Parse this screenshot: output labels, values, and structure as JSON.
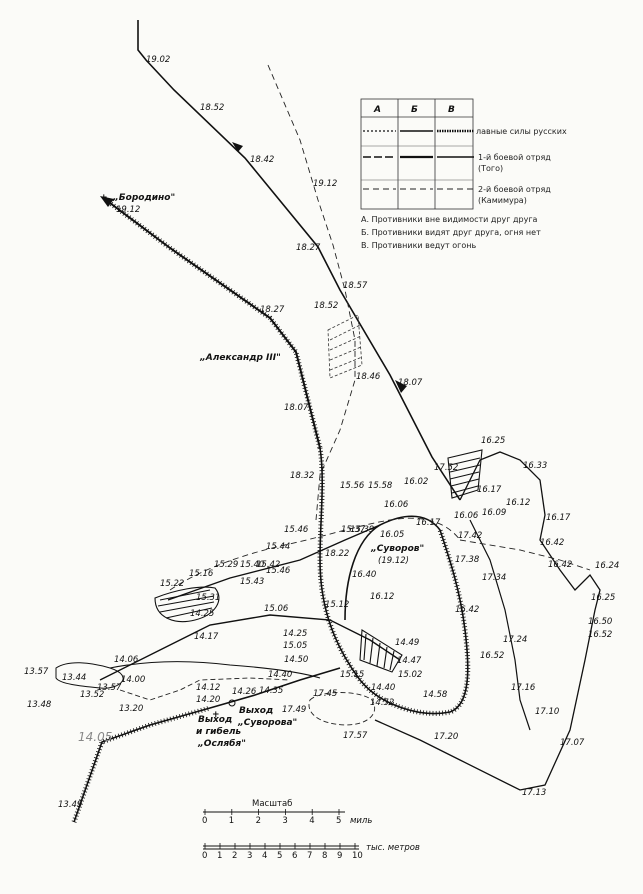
{
  "legend": {
    "columns": [
      "А",
      "Б",
      "В"
    ],
    "rows": [
      "лавные силы русских",
      "1-й боевой отряд",
      "(Того)",
      "2-й боевой отряд",
      "(Камимура)"
    ],
    "notes": [
      "А. Противники вне видимости друг друга",
      "Б. Противники видят друг друга, огня нет",
      "В. Противники ведут огонь"
    ]
  },
  "ships": {
    "borodino": "„Бородино\"",
    "borodino_time": "19.12",
    "alexander": "„Александр III\"",
    "suvorov": "„Суворов\"",
    "suvorov_time": "(19.12)",
    "suvorov_exit": "Выход",
    "suvorov_exit2": "„Суворова\"",
    "oslyabya1": "Выход",
    "oslyabya2": "и гибель",
    "oslyabya3": "„Ослябя\""
  },
  "times": {
    "t1902": "19.02",
    "t1852": "18.52",
    "t1842": "18.42",
    "t1912a": "19.12",
    "t1827a": "18.27",
    "t1857": "18.57",
    "t1852b": "18.52",
    "t1827b": "18.27",
    "t1846": "18.46",
    "t1807a": "18.07",
    "t1807b": "18.07",
    "t1832": "18.32",
    "t1625": "16.25",
    "t1633": "16.33",
    "t1752": "17.52",
    "t1617a": "16.17",
    "t1602": "16.02",
    "t1558": "15.58",
    "t1556": "15.56",
    "t1606a": "16.06",
    "t1606b": "16.06",
    "t1612": "16.12",
    "t1609": "16.09",
    "t1617b": "16.17",
    "t1742": "17.42",
    "t1617c": "16.17",
    "t1605": "16.05",
    "t1546": "15.46",
    "t1544": "15.44",
    "t1537": "15.37",
    "t1539": "15.39",
    "t1642a": "16.42",
    "t1642b": "16.42",
    "t1624": "16.24",
    "t1738": "17.38",
    "t1734": "17.34",
    "t1529": "15.29",
    "t1540": "15.40",
    "t1542": "15.42",
    "t1522": "15.22",
    "t1516": "15.16",
    "t1543": "15.43",
    "t1546b": "15.46",
    "t1640": "16.40",
    "t1625b": "16.25",
    "t1531": "15.31",
    "t1822": "18.22",
    "t1612b": "16.12",
    "t1512": "15.12",
    "t1642c": "16.42",
    "t1650": "16.50",
    "t1652a": "16.52",
    "t1425": "14.25",
    "t1506": "15.06",
    "t1417": "14.17",
    "t1425b": "14.25",
    "t1505": "15.05",
    "t1449": "14.49",
    "t1724": "17.24",
    "t1652b": "16.52",
    "t1406": "14.06",
    "t1450": "14.50",
    "t1447": "14.47",
    "t1357": "13.57",
    "t1344": "13.44",
    "t1352": "13.52",
    "t1348": "13.48",
    "t1357b": "13.57",
    "t1400": "14.00",
    "t1440": "14.40",
    "t1412": "14.12",
    "t1420": "14.20",
    "t1426": "14.26",
    "t1435": "14.35",
    "t1515": "15.15",
    "t1502": "15.02",
    "t1440b": "14.40",
    "t1716": "17.16",
    "t1320": "13.20",
    "t1745": "17.45",
    "t1458": "14.58",
    "t1452": "14.52",
    "t1749": "17.49",
    "t1710": "17.10",
    "t1405": "14.05",
    "t1757": "17.57",
    "t1720": "17.20",
    "t1707": "17.07",
    "t1713": "17.13",
    "t1349": "13.49"
  },
  "scale": {
    "title": "Масштаб",
    "miles_ticks": [
      "0",
      "1",
      "2",
      "3",
      "4",
      "5"
    ],
    "miles_unit": "миль",
    "km_ticks": [
      "0",
      "1",
      "2",
      "3",
      "4",
      "5",
      "6",
      "7",
      "8",
      "9",
      "10"
    ],
    "km_unit": "тыс. метров"
  },
  "colors": {
    "ink": "#111111",
    "paper": "#fbfbf8"
  }
}
